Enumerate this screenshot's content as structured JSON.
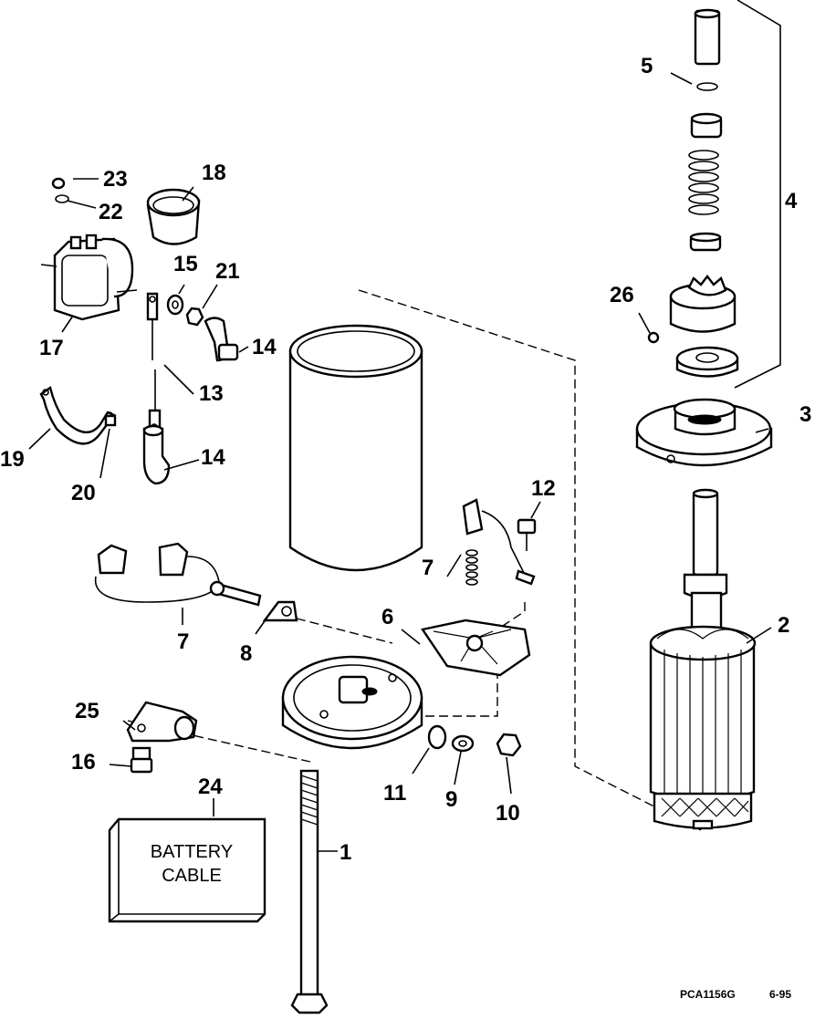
{
  "diagram": {
    "callouts": [
      {
        "id": "c1",
        "text": "1"
      },
      {
        "id": "c2",
        "text": "2"
      },
      {
        "id": "c3",
        "text": "3"
      },
      {
        "id": "c4",
        "text": "4"
      },
      {
        "id": "c5",
        "text": "5"
      },
      {
        "id": "c6",
        "text": "6"
      },
      {
        "id": "c7a",
        "text": "7"
      },
      {
        "id": "c7b",
        "text": "7"
      },
      {
        "id": "c8",
        "text": "8"
      },
      {
        "id": "c9",
        "text": "9"
      },
      {
        "id": "c10",
        "text": "10"
      },
      {
        "id": "c11",
        "text": "11"
      },
      {
        "id": "c12",
        "text": "12"
      },
      {
        "id": "c13",
        "text": "13"
      },
      {
        "id": "c14a",
        "text": "14"
      },
      {
        "id": "c14b",
        "text": "14"
      },
      {
        "id": "c15",
        "text": "15"
      },
      {
        "id": "c16",
        "text": "16"
      },
      {
        "id": "c17",
        "text": "17"
      },
      {
        "id": "c18",
        "text": "18"
      },
      {
        "id": "c19",
        "text": "19"
      },
      {
        "id": "c20",
        "text": "20"
      },
      {
        "id": "c21",
        "text": "21"
      },
      {
        "id": "c22",
        "text": "22"
      },
      {
        "id": "c23",
        "text": "23"
      },
      {
        "id": "c24",
        "text": "24"
      },
      {
        "id": "c25",
        "text": "25"
      },
      {
        "id": "c26",
        "text": "26"
      }
    ],
    "battery_box": {
      "line1": "BATTERY",
      "line2": "CABLE"
    },
    "footer": {
      "code": "PCA1156G",
      "date": "6-95"
    }
  }
}
